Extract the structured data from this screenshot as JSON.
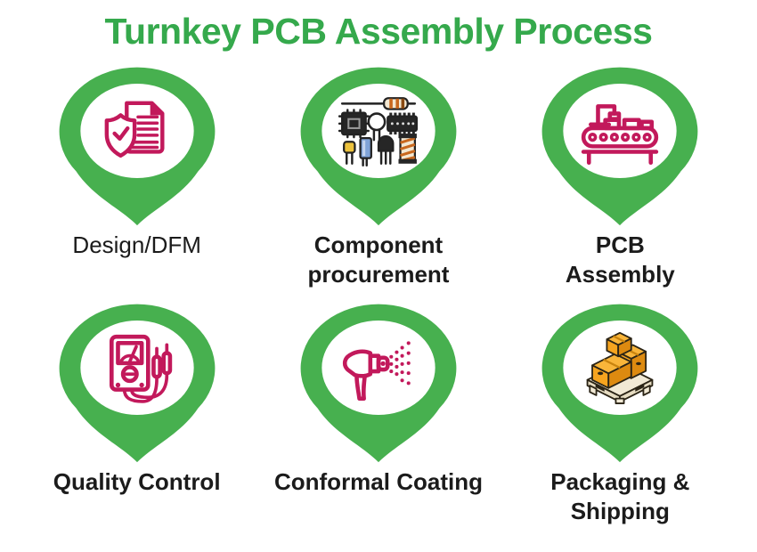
{
  "title": "Turnkey PCB Assembly Process",
  "colors": {
    "green_title": "#35A94C",
    "green_pin": "#47B04F",
    "magenta": "#C2195B",
    "text": "#1B1B1B",
    "box_orange": "#F6A41F"
  },
  "steps": [
    {
      "label": "Design/DFM",
      "icon": "shield-document-icon"
    },
    {
      "label": "Component\nprocurement",
      "icon": "electronic-components-icon"
    },
    {
      "label": "PCB\nAssembly",
      "icon": "assembly-line-icon"
    },
    {
      "label": "Quality Control",
      "icon": "multimeter-icon"
    },
    {
      "label": "Conformal Coating",
      "icon": "spray-gun-icon"
    },
    {
      "label": "Packaging &\nShipping",
      "icon": "pallet-boxes-icon"
    }
  ]
}
